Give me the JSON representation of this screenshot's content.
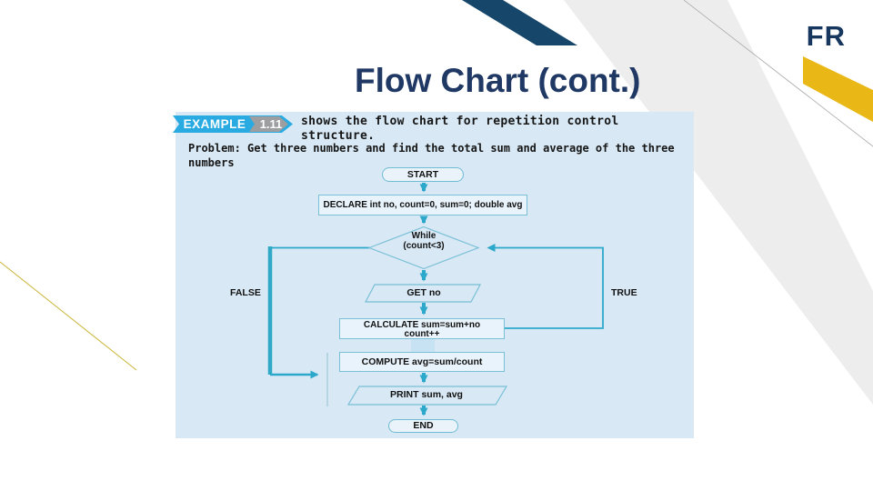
{
  "slide": {
    "title": "Flow Chart (cont.)",
    "logo": "FR"
  },
  "badge": {
    "label": "EXAMPLE",
    "number": "1.11"
  },
  "intro": {
    "line1": "shows the flow chart for repetition control",
    "line2": "structure."
  },
  "problem": {
    "line1": "Problem: Get three numbers and find the total sum and average of the three",
    "line2": "numbers"
  },
  "flowchart": {
    "start": "START",
    "declare": "DECLARE int no, count=0, sum=0; double avg",
    "while_line1": "While",
    "while_line2": "(count<3)",
    "false_label": "FALSE",
    "true_label": "TRUE",
    "get": "GET no",
    "calculate_line1": "CALCULATE sum=sum+no",
    "calculate_line2": "count++",
    "compute": "COMPUTE avg=sum/count",
    "print": "PRINT sum, avg",
    "end": "END"
  },
  "colors": {
    "accent_teal": "#2CA8CA",
    "panel_bg": "#D8E9F5",
    "title_navy": "#1F3864",
    "band_navy": "#17466B",
    "band_gray": "#EDEDEE",
    "stripe_yellow": "#E9B817",
    "badge_blue": "#29ABE2",
    "badge_gray": "#9C9EA0"
  }
}
